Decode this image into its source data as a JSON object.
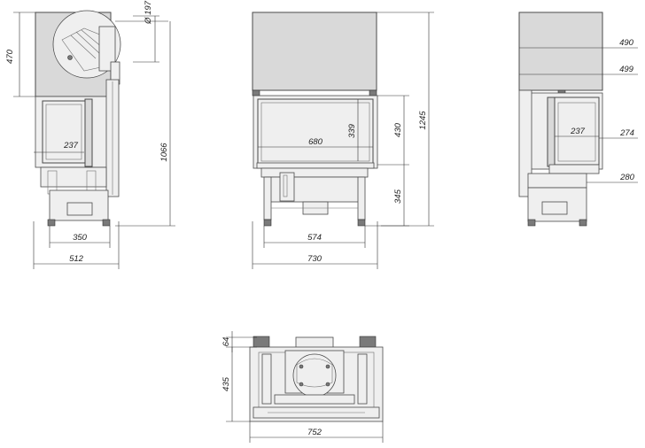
{
  "dimensions": {
    "side_left": {
      "top_height": "470",
      "flue_diameter": "Ø 197",
      "glass_width": "237",
      "total_height": "1066",
      "base_width": "350",
      "overall_width": "512"
    },
    "front": {
      "glass_width": "680",
      "glass_height": "339",
      "door_height": "430",
      "total_height": "1245",
      "base_height": "345",
      "base_width": "574",
      "overall_width": "730"
    },
    "side_right": {
      "top_a": "490",
      "top_b": "499",
      "glass_width": "237",
      "glass_right": "274",
      "base_right": "280"
    },
    "top_view": {
      "collar_depth": "64",
      "body_depth": "435",
      "overall_width": "752"
    }
  }
}
